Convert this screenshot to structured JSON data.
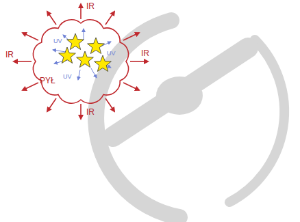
{
  "diagram": {
    "nodes": [
      {
        "text": [
          "PYŁ"
        ]
      }
    ],
    "labels": [
      "IR",
      "IR",
      "IR",
      "IR",
      "UV",
      "UV",
      "UV"
    ]
  }
}
